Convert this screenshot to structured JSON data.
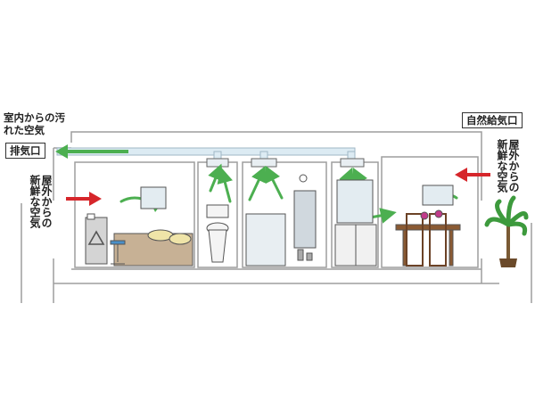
{
  "labels": {
    "dirty_air": "室内からの汚れた空気",
    "exhaust_port": "排気口",
    "natural_inlet": "自然給気口",
    "fresh_air_left": "屋外からの新鮮な空気",
    "fresh_air_right": "屋外からの新鮮な空気"
  },
  "colors": {
    "fresh_air_arrow": "#d6262b",
    "flow_arrow": "#4caf50",
    "duct": "#dcebf3",
    "wall": "#bdbdbd"
  }
}
